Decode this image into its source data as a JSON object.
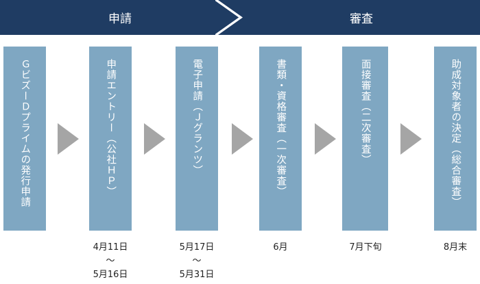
{
  "phases": [
    {
      "label": "申請"
    },
    {
      "label": "審査"
    }
  ],
  "steps": [
    {
      "label": "ＧビズーＤプライムの発行申請",
      "date_lines": []
    },
    {
      "label": "申請エントリー（公社ＨＰ）",
      "date_lines": [
        "4月11日",
        "〜",
        "5月16日"
      ]
    },
    {
      "label": "電子申請（Ｊグランツ）",
      "date_lines": [
        "5月17日",
        "〜",
        "5月31日"
      ]
    },
    {
      "label": "書類・資格審査（一次審査）",
      "date_lines": [
        "6月"
      ]
    },
    {
      "label": "面接審査（二次審査）",
      "date_lines": [
        "7月下旬"
      ]
    },
    {
      "label": "助成対象者の決定（総合審査）",
      "date_lines": [
        "8月末"
      ]
    }
  ],
  "colors": {
    "phase_bar": "#1f3c63",
    "step_box": "#7fa7c2",
    "arrow": "#a5a5a5"
  }
}
